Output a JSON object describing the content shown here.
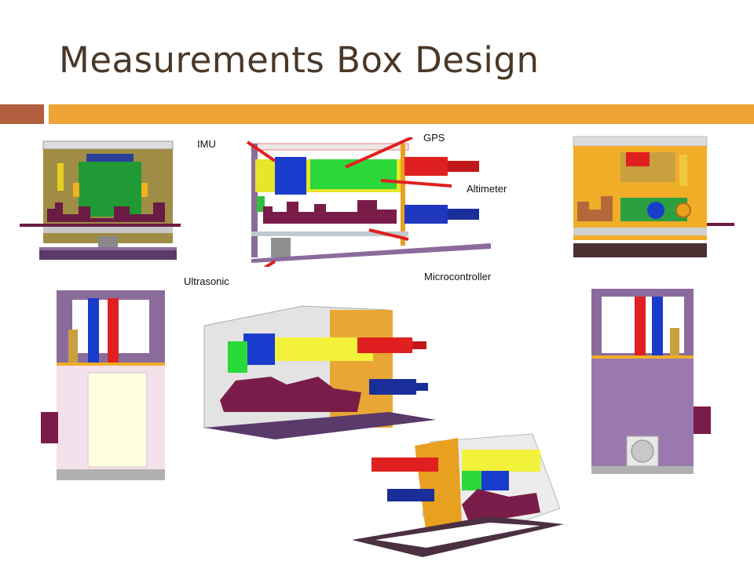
{
  "slide": {
    "title": "Measurements Box Design"
  },
  "labels": {
    "imu": "IMU",
    "gps": "GPS",
    "altimeter": "Altimeter",
    "ultrasonic": "Ultrasonic",
    "microcontroller": "Microcontroller"
  },
  "colors": {
    "title": "#4a3829",
    "accent_left": "#b15f3f",
    "accent_right": "#efa334",
    "panel_purple": "#8b6b9c",
    "board_green": "#2fae3a",
    "gps_yellow": "#f2f23a",
    "imu_blue": "#1b3fc0",
    "arrow_red": "#e02020",
    "pcb_maroon": "#7a1c4a",
    "acrylic_orange": "#e8a020"
  }
}
